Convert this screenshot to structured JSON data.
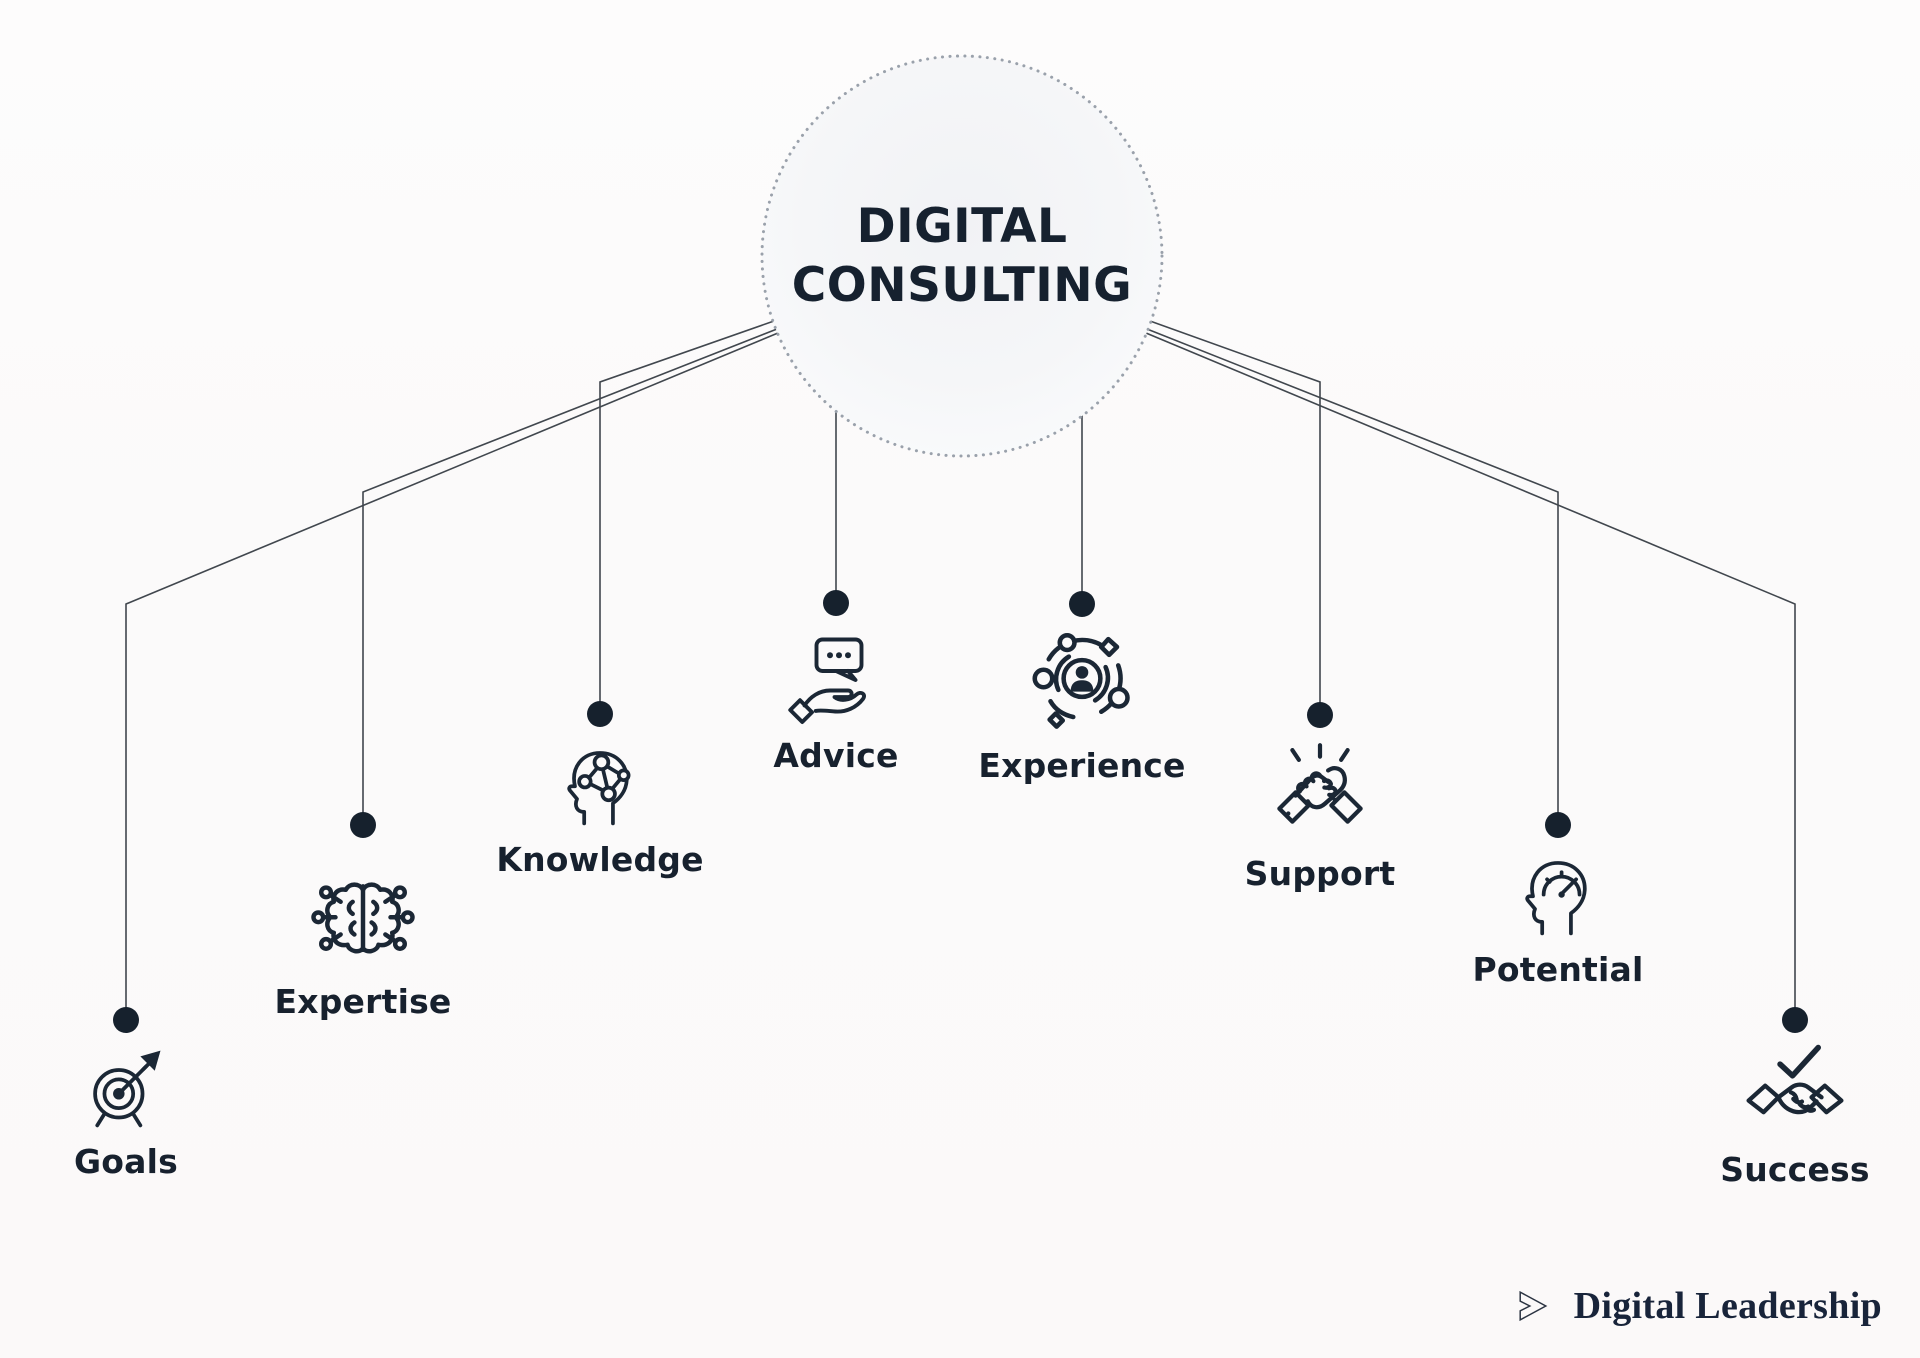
{
  "hub": {
    "title": "DIGITAL CONSULTING"
  },
  "branches": [
    {
      "label": "Goals",
      "icon": "target-arrow-icon"
    },
    {
      "label": "Expertise",
      "icon": "brain-circuit-icon"
    },
    {
      "label": "Knowledge",
      "icon": "head-network-icon"
    },
    {
      "label": "Advice",
      "icon": "speech-bubble-hand-icon"
    },
    {
      "label": "Experience",
      "icon": "person-orbit-icon"
    },
    {
      "label": "Support",
      "icon": "clasped-hands-icon"
    },
    {
      "label": "Potential",
      "icon": "head-gauge-icon"
    },
    {
      "label": "Success",
      "icon": "handshake-check-icon"
    }
  ],
  "logo": {
    "brand": "Digital Leadership",
    "icon": "chevron-right-icon"
  },
  "colors": {
    "ink": "#1B2735",
    "connector_line": "#41474E",
    "node_dot": "#16212D",
    "hub_fill": "#F3F4F7",
    "hub_border": "#9AA1AB",
    "background": "#FBFAFA"
  }
}
